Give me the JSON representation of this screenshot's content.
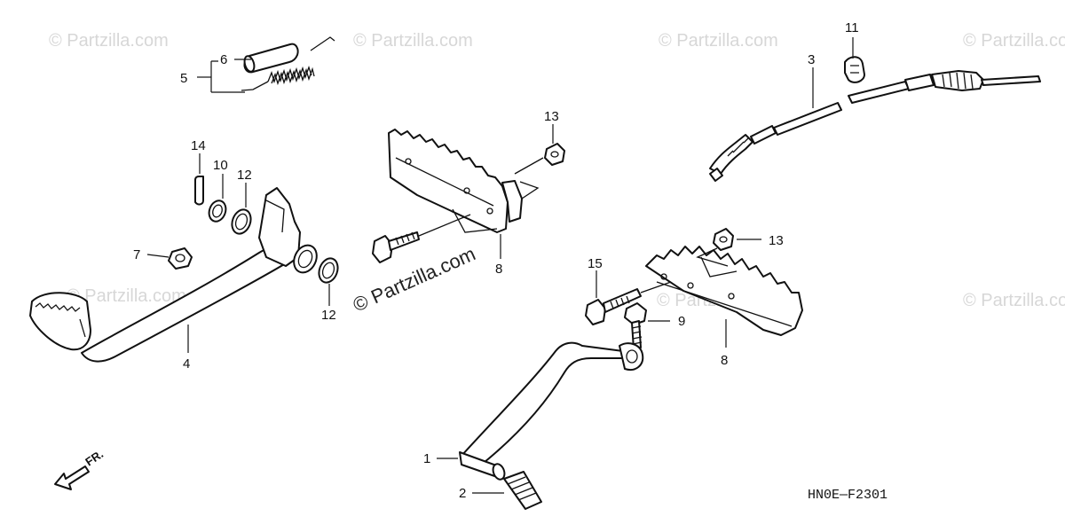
{
  "watermark": {
    "text": "© Partzilla.com"
  },
  "diagram": {
    "code": "HN0E—F2301",
    "direction_label": "FR."
  },
  "callouts": [
    {
      "id": "c1",
      "label": "1"
    },
    {
      "id": "c2",
      "label": "2"
    },
    {
      "id": "c3",
      "label": "3"
    },
    {
      "id": "c4",
      "label": "4"
    },
    {
      "id": "c5",
      "label": "5"
    },
    {
      "id": "c6",
      "label": "6"
    },
    {
      "id": "c7",
      "label": "7"
    },
    {
      "id": "c8a",
      "label": "8"
    },
    {
      "id": "c8b",
      "label": "8"
    },
    {
      "id": "c9",
      "label": "9"
    },
    {
      "id": "c10",
      "label": "10"
    },
    {
      "id": "c11",
      "label": "11"
    },
    {
      "id": "c12a",
      "label": "12"
    },
    {
      "id": "c12b",
      "label": "12"
    },
    {
      "id": "c13a",
      "label": "13"
    },
    {
      "id": "c13b",
      "label": "13"
    },
    {
      "id": "c14",
      "label": "14"
    },
    {
      "id": "c15",
      "label": "15"
    }
  ]
}
